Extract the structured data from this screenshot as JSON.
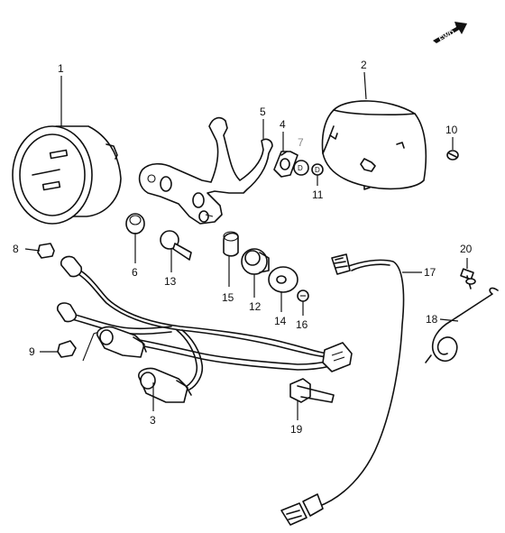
{
  "fwd_label": "FWD",
  "callouts": [
    {
      "id": "1",
      "label": "1"
    },
    {
      "id": "2",
      "label": "2"
    },
    {
      "id": "3",
      "label": "3"
    },
    {
      "id": "4",
      "label": "4"
    },
    {
      "id": "5",
      "label": "5"
    },
    {
      "id": "6",
      "label": "6"
    },
    {
      "id": "7",
      "label": "7"
    },
    {
      "id": "8",
      "label": "8"
    },
    {
      "id": "9",
      "label": "9"
    },
    {
      "id": "10",
      "label": "10"
    },
    {
      "id": "11",
      "label": "11"
    },
    {
      "id": "12",
      "label": "12"
    },
    {
      "id": "13",
      "label": "13"
    },
    {
      "id": "14",
      "label": "14"
    },
    {
      "id": "15",
      "label": "15"
    },
    {
      "id": "16",
      "label": "16"
    },
    {
      "id": "17",
      "label": "17"
    },
    {
      "id": "18",
      "label": "18"
    },
    {
      "id": "19",
      "label": "19"
    },
    {
      "id": "20",
      "label": "20"
    }
  ],
  "part_marks": {
    "washer_d_1": "D",
    "washer_d_2": "D"
  }
}
